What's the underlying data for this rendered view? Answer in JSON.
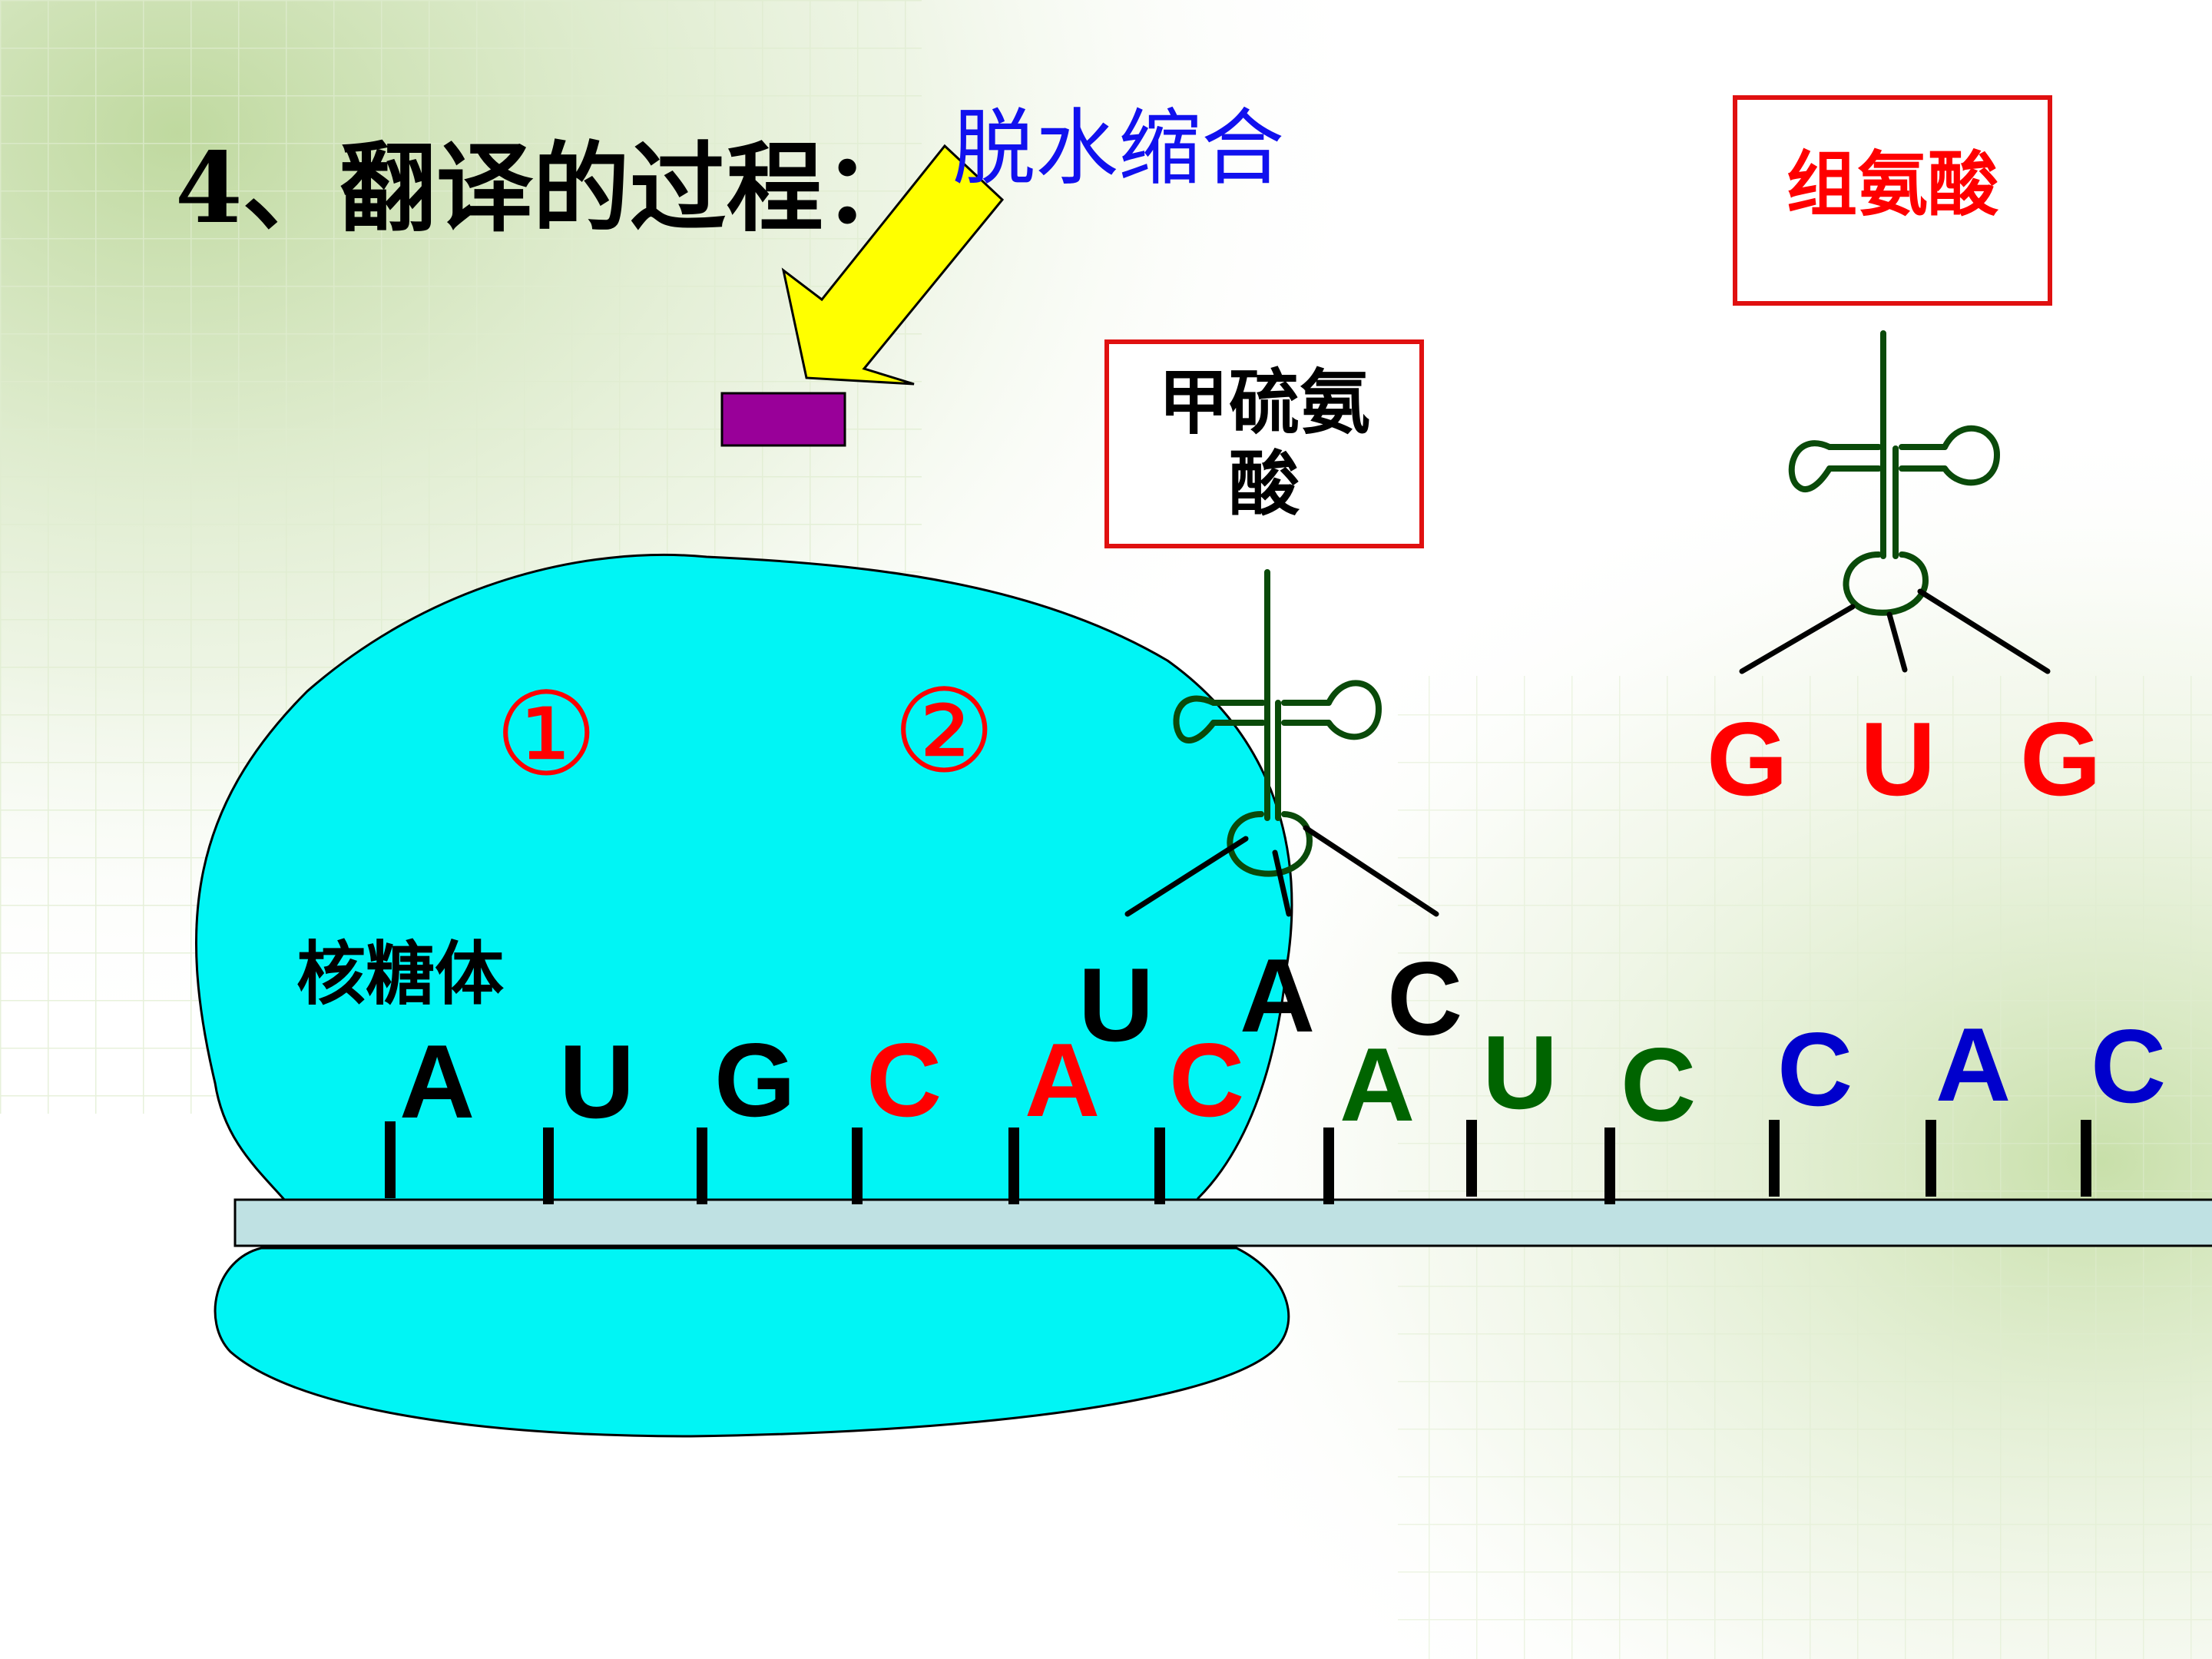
{
  "title": "4、翻译的过程：",
  "dehydration_label": "脱水缩合",
  "ribosome_label": "核糖体",
  "site_labels": [
    "①",
    "②"
  ],
  "amino_acids": {
    "methionine": "甲硫氨酸",
    "histidine": "组氨酸"
  },
  "mrna": {
    "bases": [
      "A",
      "U",
      "G",
      "C",
      "A",
      "C",
      "A",
      "U",
      "C",
      "C",
      "A",
      "C"
    ],
    "colors": [
      "#000000",
      "#000000",
      "#000000",
      "#ff0000",
      "#ff0000",
      "#ff0000",
      "#006400",
      "#006400",
      "#006400",
      "#0000cc",
      "#0000cc",
      "#0000cc"
    ]
  },
  "trna_met_anticodon": {
    "bases": [
      "U",
      "A",
      "C"
    ],
    "color": "#000000"
  },
  "trna_his_anticodon": {
    "bases": [
      "G",
      "U",
      "G"
    ],
    "color": "#ff0000"
  },
  "colors": {
    "ribosome": "#00f5f5",
    "mrna_strand": "#bfe1e3",
    "trna": "#0a4a0a",
    "arrow": "#ffff00",
    "peptide_block": "#990099",
    "site_label": "#ff0000",
    "dehydration_label": "#1111ee",
    "amino_acid_box_border": "#e01010",
    "histidine_text": "#ff0000"
  },
  "icons": {
    "arrow": "yellow-arrow-icon",
    "trna": "trna-cloverleaf-icon"
  }
}
